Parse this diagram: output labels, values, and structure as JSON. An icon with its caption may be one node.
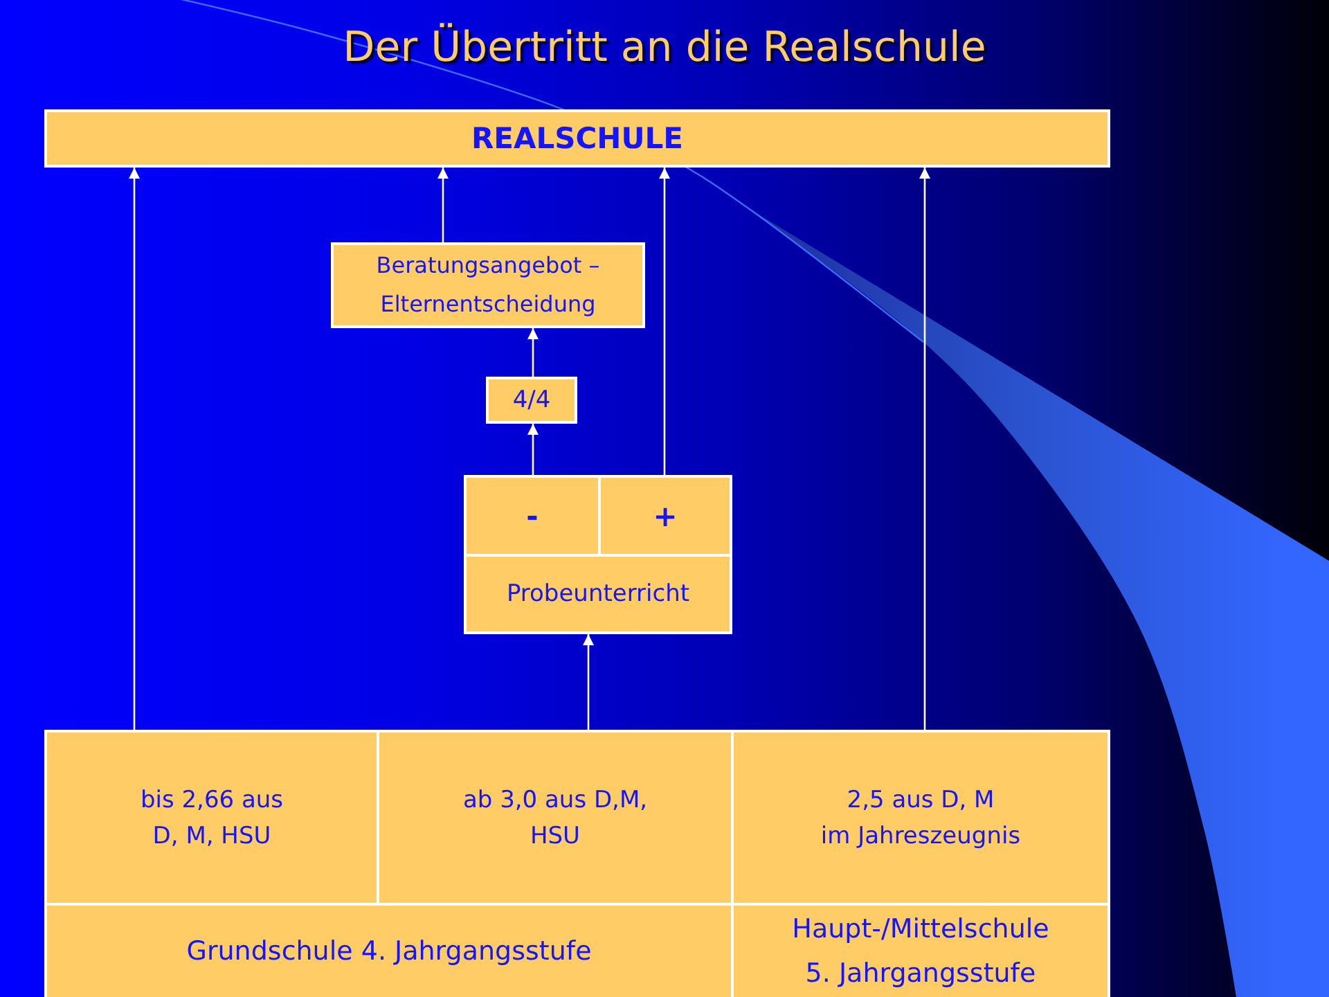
{
  "diagram": {
    "title": "Der Übertritt an die Realschule",
    "nodes": [
      {
        "text": [
          "REALSCHULE"
        ]
      },
      {
        "text": [
          "Beratungsangebot – Elternentscheidung"
        ]
      },
      {
        "text": [
          "4/4"
        ]
      },
      {
        "text": [
          "-"
        ]
      },
      {
        "text": [
          "+"
        ]
      },
      {
        "text": [
          "Probeunterricht"
        ]
      },
      {
        "text": [
          "bis 2,66 aus D, M, HSU"
        ]
      },
      {
        "text": [
          "ab 3,0 aus D,M, HSU"
        ]
      },
      {
        "text": [
          "2,5 aus D, M im Jahreszeugnis"
        ]
      },
      {
        "text": [
          "Grundschule 4. Jahrgangsstufe"
        ]
      },
      {
        "text": [
          "Haupt-/Mittelschule 5. Jahrgangsstufe"
        ]
      }
    ],
    "edges": [
      {
        "from": 6,
        "to": 0,
        "arrow": "to"
      },
      {
        "from": 1,
        "to": 0,
        "arrow": "to"
      },
      {
        "from": 4,
        "to": 0,
        "arrow": "to"
      },
      {
        "from": 8,
        "to": 0,
        "arrow": "to"
      },
      {
        "from": 2,
        "to": 1,
        "arrow": "to"
      },
      {
        "from": 3,
        "to": 2,
        "arrow": "to"
      },
      {
        "from": 7,
        "to": 5,
        "arrow": "to"
      }
    ]
  }
}
